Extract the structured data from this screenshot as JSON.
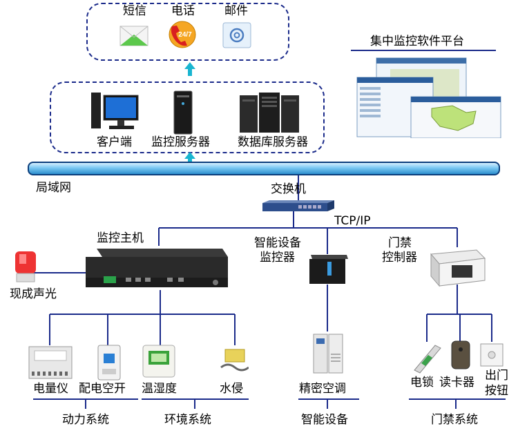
{
  "notify": {
    "sms": "短信",
    "phone": "电话",
    "phone_badge": "24/7",
    "mail": "邮件"
  },
  "platform": {
    "title": "集中监控软件平台"
  },
  "servers": {
    "client": "客户端",
    "monitor": "监控服务器",
    "database": "数据库服务器"
  },
  "network": {
    "lan": "局域网",
    "switch": "交换机",
    "protocol": "TCP/IP"
  },
  "host": {
    "title": "监控主机",
    "alarm": "现成声光"
  },
  "smart_ctrl": {
    "line1": "智能设备",
    "line2": "监控器"
  },
  "door_ctrl": {
    "line1": "门禁",
    "line2": "控制器"
  },
  "devices": {
    "meter": "电量仪",
    "breaker": "配电空开",
    "thermo": "温湿度",
    "leak": "水侵",
    "aircon": "精密空调",
    "lock": "电锁",
    "reader": "读卡器",
    "exit1": "出门",
    "exit2": "按钮"
  },
  "systems": {
    "power": "动力系统",
    "env": "环境系统",
    "smart": "智能设备",
    "access": "门禁系统"
  },
  "colors": {
    "line": "#1a2a8a",
    "accent": "#19b5d0"
  }
}
